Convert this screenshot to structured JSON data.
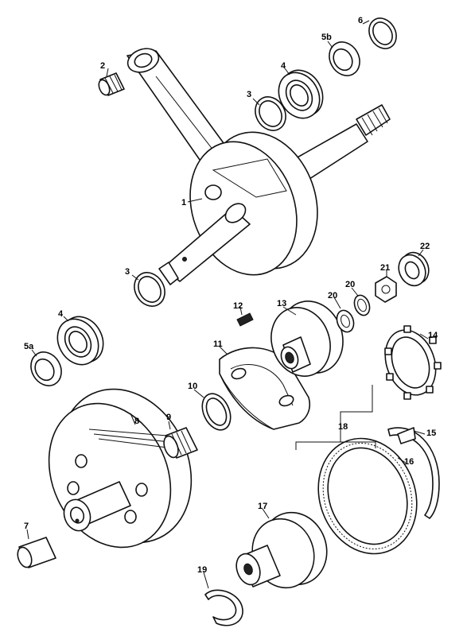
{
  "diagram": {
    "labels": [
      "1",
      "2",
      "3",
      "3",
      "4",
      "4",
      "5a",
      "5b",
      "6",
      "7",
      "8",
      "9",
      "10",
      "11",
      "12",
      "13",
      "14",
      "15",
      "16",
      "17",
      "18",
      "19",
      "20",
      "20",
      "21",
      "22"
    ],
    "parts": [
      {
        "id": "crankshaft",
        "label": "1"
      },
      {
        "id": "small-end-bearing",
        "label": "2"
      },
      {
        "id": "shim-upper",
        "label": "3"
      },
      {
        "id": "shim-lower",
        "label": "3"
      },
      {
        "id": "ball-bearing-upper",
        "label": "4"
      },
      {
        "id": "ball-bearing-lower",
        "label": "4"
      },
      {
        "id": "oil-seal-a",
        "label": "5a"
      },
      {
        "id": "oil-seal-b",
        "label": "5b"
      },
      {
        "id": "washer-6",
        "label": "6"
      },
      {
        "id": "bushing-7",
        "label": "7"
      },
      {
        "id": "clutch-bell",
        "label": "8"
      },
      {
        "id": "needle-bearing-9",
        "label": "9"
      },
      {
        "id": "washer-10",
        "label": "10"
      },
      {
        "id": "clutch-shoe",
        "label": "11"
      },
      {
        "id": "pin-12",
        "label": "12"
      },
      {
        "id": "clutch-hub",
        "label": "13"
      },
      {
        "id": "lock-plate",
        "label": "14"
      },
      {
        "id": "spring-clip",
        "label": "15"
      },
      {
        "id": "starter-ring",
        "label": "16"
      },
      {
        "id": "pinion-17",
        "label": "17"
      },
      {
        "id": "assembly-18",
        "label": "18"
      },
      {
        "id": "circlip-19",
        "label": "19"
      },
      {
        "id": "washer-20a",
        "label": "20"
      },
      {
        "id": "washer-20b",
        "label": "20"
      },
      {
        "id": "nut-21",
        "label": "21"
      },
      {
        "id": "bearing-22",
        "label": "22"
      }
    ]
  }
}
